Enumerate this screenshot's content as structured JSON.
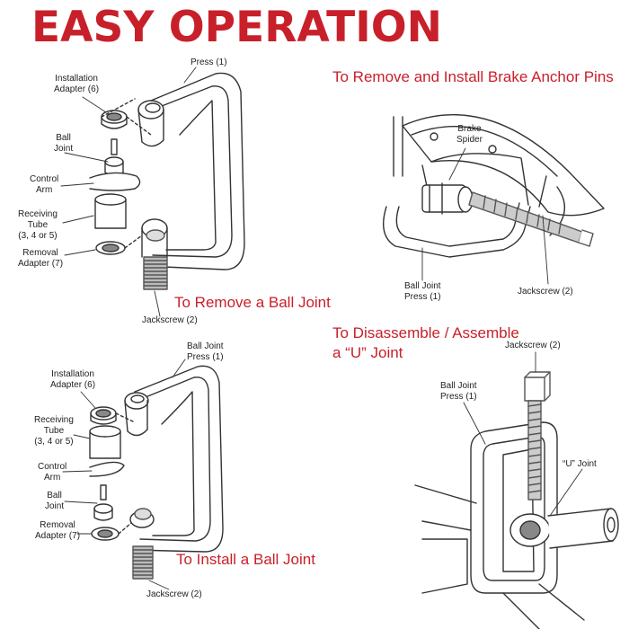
{
  "title": "EASY OPERATION",
  "panels": {
    "remove_ball_joint": {
      "heading": "To Remove a Ball Joint",
      "labels": {
        "press": "Press (1)",
        "installation_adapter_1": "Installation",
        "installation_adapter_2": "Adapter (6)",
        "ball_joint_1": "Ball",
        "ball_joint_2": "Joint",
        "control_arm_1": "Control",
        "control_arm_2": "Arm",
        "receiving_tube_1": "Receiving",
        "receiving_tube_2": "Tube",
        "receiving_tube_3": "(3, 4 or 5)",
        "removal_adapter_1": "Removal",
        "removal_adapter_2": "Adapter (7)",
        "jackscrew": "Jackscrew (2)"
      }
    },
    "brake_anchor_pins": {
      "heading": "To Remove and Install Brake Anchor Pins",
      "labels": {
        "brake_spider_1": "Brake",
        "brake_spider_2": "Spider",
        "ball_joint_press_1": "Ball Joint",
        "ball_joint_press_2": "Press (1)",
        "jackscrew": "Jackscrew (2)"
      }
    },
    "install_ball_joint": {
      "heading": "To Install a Ball Joint",
      "labels": {
        "press_1": "Ball Joint",
        "press_2": "Press (1)",
        "installation_adapter_1": "Installation",
        "installation_adapter_2": "Adapter (6)",
        "receiving_tube_1": "Receiving",
        "receiving_tube_2": "Tube",
        "receiving_tube_3": "(3, 4 or 5)",
        "control_arm_1": "Control",
        "control_arm_2": "Arm",
        "ball_joint_1": "Ball",
        "ball_joint_2": "Joint",
        "removal_adapter_1": "Removal",
        "removal_adapter_2": "Adapter (7)",
        "jackscrew": "Jackscrew (2)"
      }
    },
    "u_joint": {
      "heading_1": "To Disassemble / Assemble",
      "heading_2": "a “U” Joint",
      "labels": {
        "jackscrew": "Jackscrew (2)",
        "ball_joint_press_1": "Ball Joint",
        "ball_joint_press_2": "Press (1)",
        "u_joint": "“U” Joint"
      }
    }
  },
  "colors": {
    "heading_red": "#c8202a",
    "line": "#333333",
    "thread": "#555555"
  }
}
